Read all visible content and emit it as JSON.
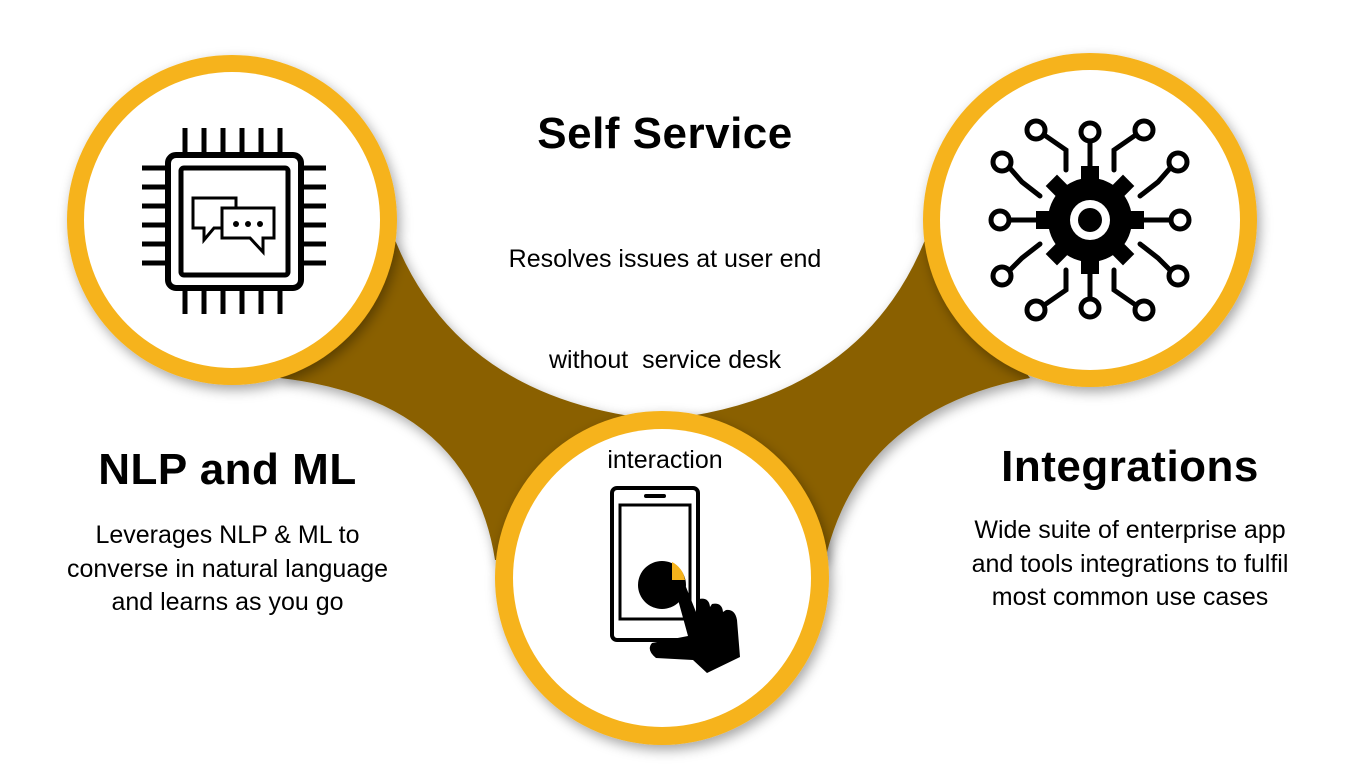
{
  "colors": {
    "ring": "#F6B31B",
    "connector": "#8A6101",
    "inner": "#FFFFFF",
    "icon": "#000000"
  },
  "nodes": [
    {
      "id": "nlp-ml",
      "title": "NLP and ML",
      "lines": [
        "Leverages NLP & ML to",
        "converse in natural language",
        "and learns as you go"
      ],
      "icon": "chip-chat-icon"
    },
    {
      "id": "self-service",
      "title": "Self Service",
      "lines": [
        "Resolves issues at user end",
        "without  service desk",
        "interaction"
      ],
      "icon": "phone-touch-icon"
    },
    {
      "id": "integrations",
      "title": "Integrations",
      "lines": [
        "Wide suite of enterprise app",
        "and tools integrations to fulfil",
        "most common use cases"
      ],
      "icon": "gear-circuit-icon"
    }
  ]
}
